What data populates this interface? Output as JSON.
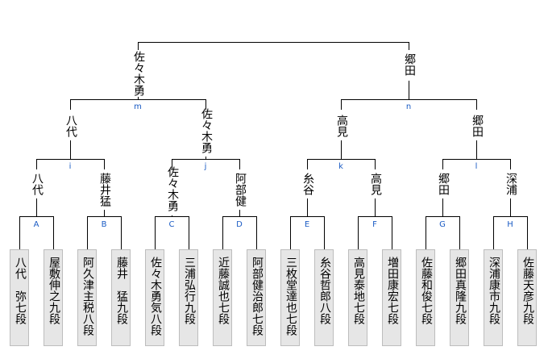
{
  "players": [
    "八代　弥七段",
    "屋敷伸之九段",
    "阿久津主税八段",
    "藤井　猛九段",
    "佐々木勇気八段",
    "三浦弘行九段",
    "近藤誠也七段",
    "阿部健治郎七段",
    "三枚堂達也七段",
    "糸谷哲郎八段",
    "高見泰地七段",
    "増田康宏七段",
    "佐藤和俊七段",
    "郷田真隆九段",
    "深浦康市九段",
    "佐藤天彦九段"
  ],
  "rounds": {
    "first": [
      {
        "label": "A",
        "winner": "八代"
      },
      {
        "label": "B",
        "winner": "藤井猛"
      },
      {
        "label": "C",
        "winner": "佐々木勇"
      },
      {
        "label": "D",
        "winner": "阿部健"
      },
      {
        "label": "E",
        "winner": "糸谷"
      },
      {
        "label": "F",
        "winner": "高見"
      },
      {
        "label": "G",
        "winner": "郷田"
      },
      {
        "label": "H",
        "winner": "深浦"
      }
    ],
    "second": [
      {
        "label": "i",
        "winner": "八代"
      },
      {
        "label": "j",
        "winner": "佐々木勇"
      },
      {
        "label": "k",
        "winner": "高見"
      },
      {
        "label": "l",
        "winner": "郷田"
      }
    ],
    "semi": [
      {
        "label": "m",
        "winner": "佐々木勇"
      },
      {
        "label": "n",
        "winner": "郷田"
      }
    ]
  },
  "final_pair": [
    "佐々木勇",
    "郷田"
  ]
}
